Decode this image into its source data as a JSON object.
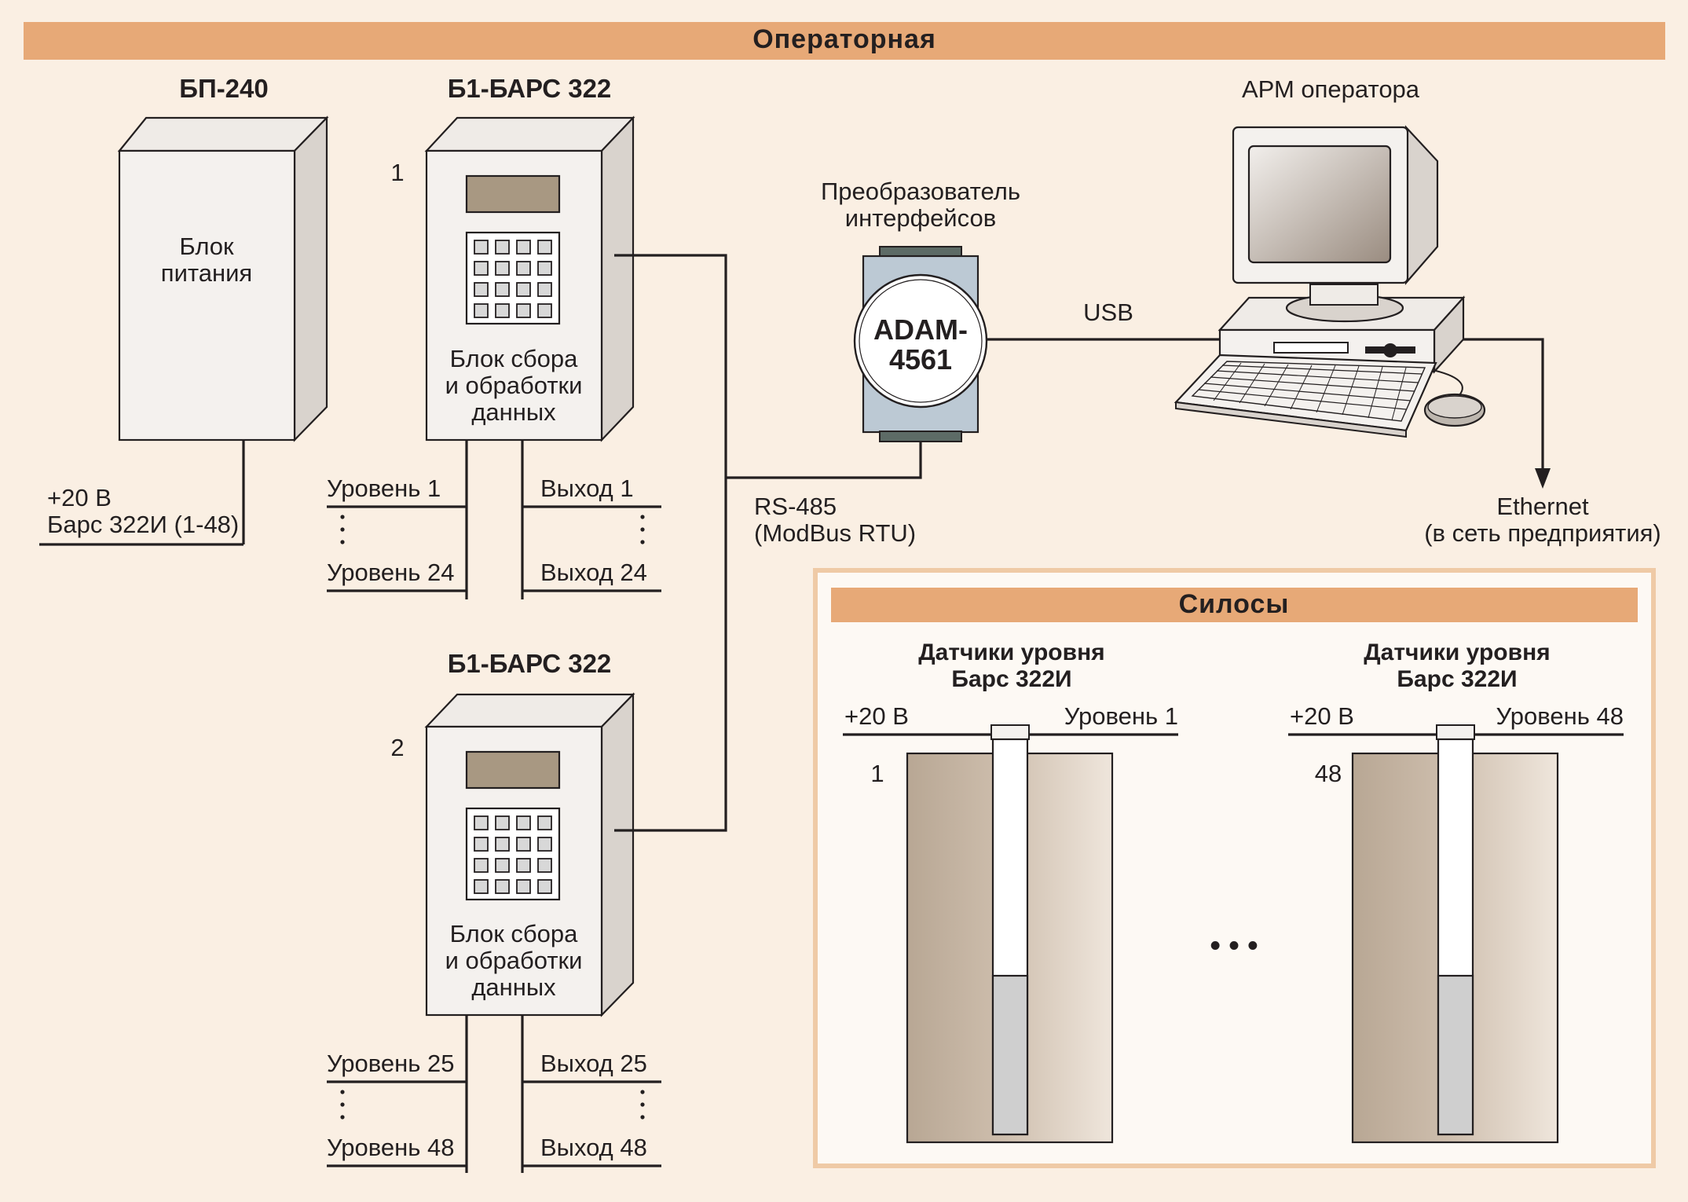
{
  "header": {
    "title": "Операторная"
  },
  "power_unit": {
    "name": "БП-240",
    "body_label_1": "Блок",
    "body_label_2": "питания",
    "out_label_1": "+20 В",
    "out_label_2": "Барс 322И (1-48)"
  },
  "units": [
    {
      "name": "Б1-БАРС 322",
      "number": "1",
      "body_label_1": "Блок сбора",
      "body_label_2": "и обработки",
      "body_label_3": "данных",
      "in_first": "Уровень 1",
      "in_last": "Уровень 24",
      "out_first": "Выход 1",
      "out_last": "Выход 24"
    },
    {
      "name": "Б1-БАРС 322",
      "number": "2",
      "body_label_1": "Блок сбора",
      "body_label_2": "и обработки",
      "body_label_3": "данных",
      "in_first": "Уровень 25",
      "in_last": "Уровень 48",
      "out_first": "Выход 25",
      "out_last": "Выход 48"
    }
  ],
  "converter": {
    "caption_1": "Преобразователь",
    "caption_2": "интерфейсов",
    "model_1": "ADAM-",
    "model_2": "4561"
  },
  "bus": {
    "label_1": "RS-485",
    "label_2": "(ModBus RTU)"
  },
  "usb": {
    "label": "USB"
  },
  "workstation": {
    "label": "АРМ оператора"
  },
  "ethernet": {
    "label_1": "Ethernet",
    "label_2": "(в сеть предприятия)"
  },
  "silos": {
    "title": "Силосы",
    "items": [
      {
        "sensor_1": "Датчики уровня",
        "sensor_2": "Барс 322И",
        "power": "+20 В",
        "level": "Уровень 1",
        "number": "1",
        "fill_fraction": 0.4
      },
      {
        "sensor_1": "Датчики уровня",
        "sensor_2": "Барс 322И",
        "power": "+20 В",
        "level": "Уровень 48",
        "number": "48",
        "fill_fraction": 0.4
      }
    ],
    "ellipsis": "• • •"
  },
  "colors": {
    "background": "#faefe3",
    "header_band": "#e7a977",
    "line": "#231f20",
    "cabinet_face": "#f4f1ee",
    "cabinet_side": "#d9d3cd",
    "display": "#a89882",
    "converter_body": "#bcc9d4",
    "converter_terminal": "#5d6b66",
    "silo_shaded": "#c4b3a1"
  }
}
